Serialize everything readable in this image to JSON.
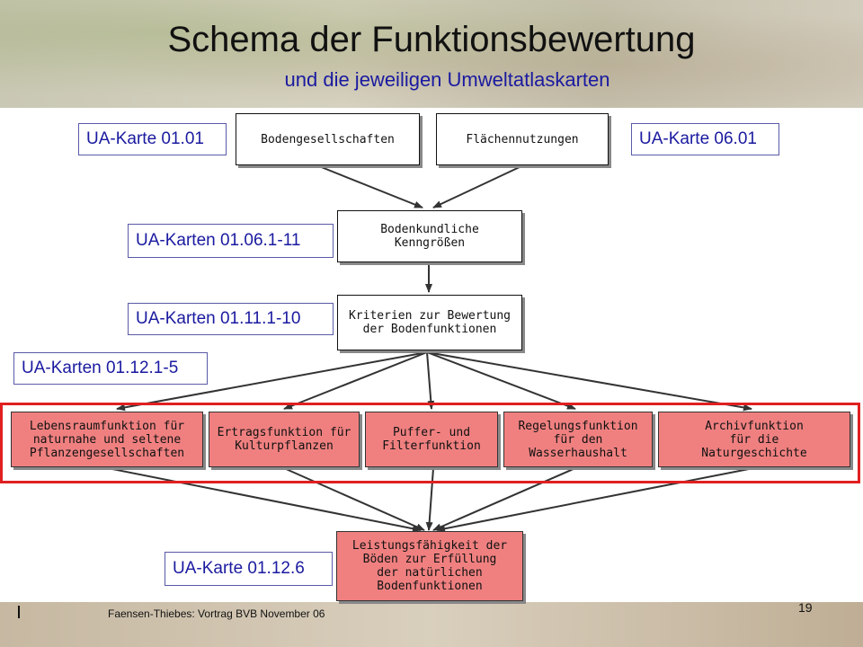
{
  "title": "Schema der Funktionsbewertung",
  "subtitle": "und die jeweiligen Umweltatlaskarten",
  "labels": {
    "ua_0101": "UA-Karte 01.01",
    "ua_0601": "UA-Karte 06.01",
    "ua_0106": "UA-Karten 01.06.1-11",
    "ua_0111": "UA-Karten 01.11.1-10",
    "ua_0112": "UA-Karten 01.12.1-5",
    "ua_01126": "UA-Karte 01.12.6"
  },
  "boxes": {
    "bodengesellschaften": "Bodengesellschaften",
    "flaechennutzungen": "Flächennutzungen",
    "kenngroessen": "Bodenkundliche\nKenngrößen",
    "kriterien": "Kriterien zur Bewertung\nder Bodenfunktionen",
    "leistung": "Leistungsfähigkeit der\nBöden zur Erfüllung\nder natürlichen\nBodenfunktionen"
  },
  "functions": [
    "Lebensraumfunktion für\nnaturnahe und seltene\nPflanzengesellschaften",
    "Ertragsfunktion für\nKulturpflanzen",
    "Puffer- und\nFilterfunktion",
    "Regelungsfunktion\nfür den\nWasserhaushalt",
    "Archivfunktion\nfür die\nNaturgeschichte"
  ],
  "footer": "Faensen-Thiebes: Vortrag BVB November 06",
  "page_number": "19",
  "colors": {
    "accent_blue": "#1a1aa0",
    "function_fill": "#f08080",
    "frame_red": "#e02020"
  }
}
